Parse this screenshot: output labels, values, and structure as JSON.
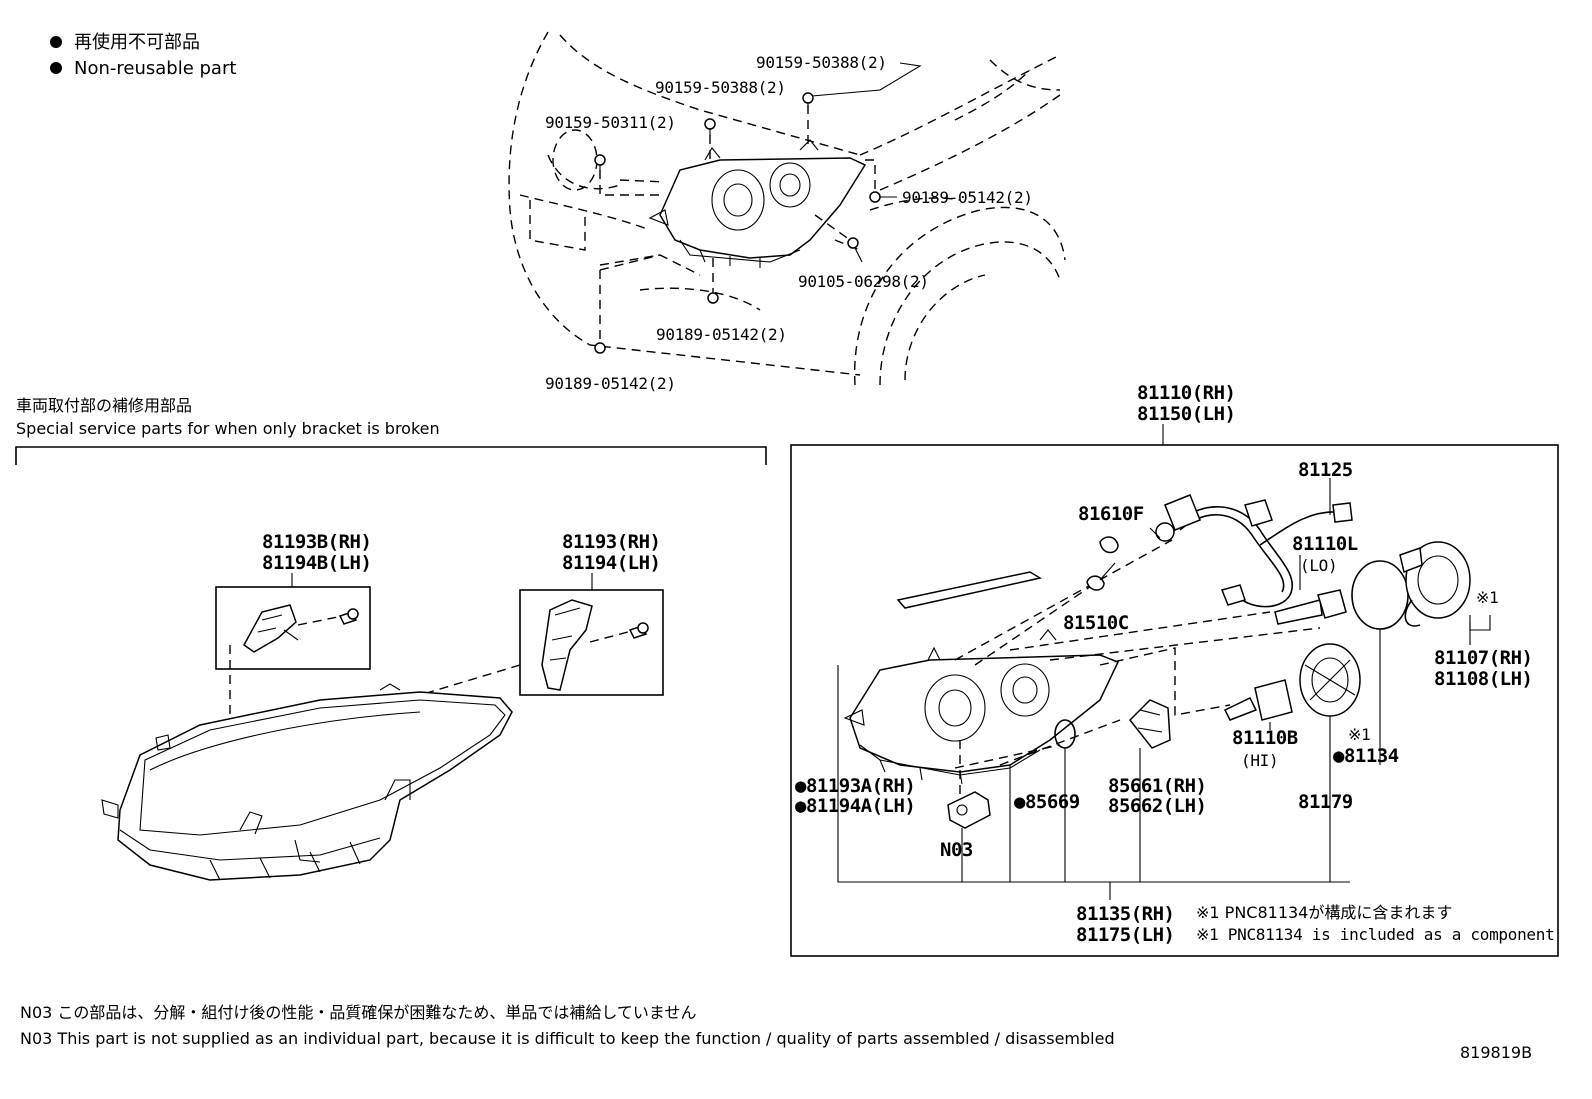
{
  "legend": {
    "mark": "●",
    "jp": "再使用不可部品",
    "en": "Non-reusable part"
  },
  "top_callouts": {
    "c1": "90159-50388(2)",
    "c2": "90159-50388(2)",
    "c3": "90159-50311(2)",
    "c4": "90189-05142(2)",
    "c5": "90105-06298(2)",
    "c6": "90189-05142(2)",
    "c7": "90189-05142(2)"
  },
  "service_section": {
    "title_jp": "車両取付部の補修用部品",
    "title_en": "Special service parts for when only bracket is broken",
    "bracket_b": {
      "rh": "81193B(RH)",
      "lh": "81194B(LH)"
    },
    "bracket": {
      "rh": "81193(RH)",
      "lh": "81194(LH)"
    }
  },
  "main_assembly": {
    "rh": "81110(RH)",
    "lh": "81150(LH)"
  },
  "parts": {
    "p81125": "81125",
    "p81610f": "81610F",
    "p81510c": "81510C",
    "p81110l": "81110L",
    "p81110l_sub": "(LO)",
    "p81107": "81107(RH)",
    "p81108": "81108(LH)",
    "note_mark": "※1",
    "note_mark2": "※1",
    "p81110b": "81110B",
    "p81110b_sub": "(HI)",
    "p81134": "●81134",
    "p81179": "81179",
    "p81193a": "●81193A(RH)",
    "p81194a": "●81194A(LH)",
    "p85669": "●85669",
    "p85661": "85661(RH)",
    "p85662": "85662(LH)",
    "n03": "N03",
    "p81135": "81135(RH)",
    "p81175": "81175(LH)",
    "note_jp": "※1 PNC81134が構成に含まれます",
    "note_en": "※1 PNC81134 is included as a component"
  },
  "footer": {
    "n03_jp": "N03 この部品は、分解・組付け後の性能・品質確保が困難なため、単品では補給していません",
    "n03_en": "N03 This part is not supplied as an individual part, because it is difficult to keep the function / quality of parts assembled / disassembled",
    "drawing_no": "819819B"
  }
}
